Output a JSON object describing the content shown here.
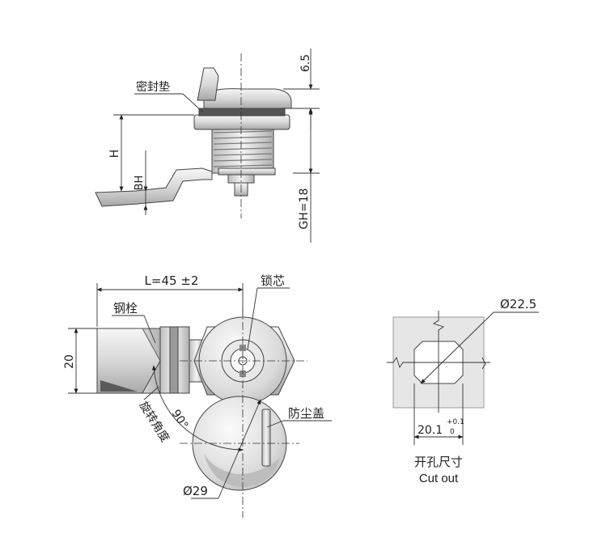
{
  "side_view": {
    "gasket_label": "密封垫",
    "dim_top": "6.5",
    "dim_h": "H",
    "dim_bh": "BH",
    "dim_gh": "GH=18"
  },
  "front_view": {
    "length_label": "L=45 ±2",
    "cylinder_label": "锁芯",
    "bolt_label": "钢栓",
    "height_20": "20",
    "rotation_label": "旋转角度",
    "angle_label": "90°",
    "dust_cover_label": "防尘盖",
    "diameter_label": "Ø29"
  },
  "cutout": {
    "diameter_label": "Ø22.5",
    "width_label": "20.1",
    "tol_upper": "+0.1",
    "tol_lower": "0",
    "title_cn": "开孔尺寸",
    "title_en": "Cut out"
  },
  "colors": {
    "metal_light": "#eeeeee",
    "metal_mid": "#cfcfcf",
    "metal_dark": "#9a9a9a",
    "plate": "#e6e6e6"
  }
}
